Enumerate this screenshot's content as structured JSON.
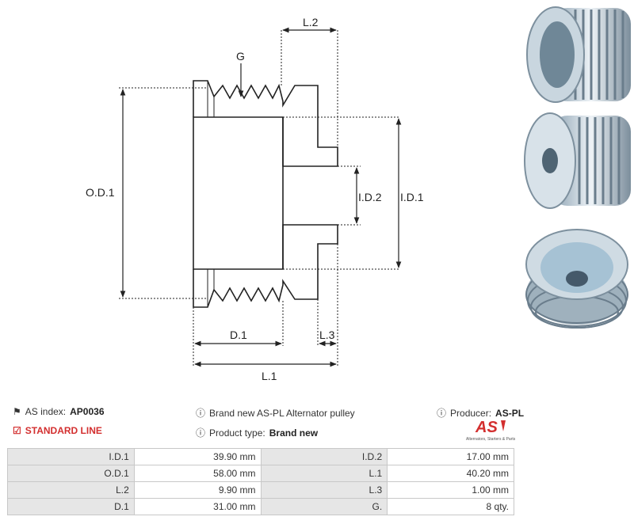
{
  "drawing": {
    "labels": {
      "l2": "L.2",
      "g": "G",
      "od1": "O.D.1",
      "id2": "I.D.2",
      "id1": "I.D.1",
      "d1": "D.1",
      "l3": "L.3",
      "l1": "L.1"
    }
  },
  "info": {
    "index_label": "AS index:",
    "index_value": "AP0036",
    "line": "STANDARD LINE",
    "description": "Brand new AS-PL Alternator pulley",
    "product_type_label": "Product type:",
    "product_type_value": "Brand new",
    "producer_label": "Producer:",
    "producer_value": "AS-PL",
    "logo_text": "AS",
    "logo_tagline": "Alternators, Starters & Parts"
  },
  "specs": [
    {
      "l1": "I.D.1",
      "v1": "39.90 mm",
      "l2": "I.D.2",
      "v2": "17.00 mm"
    },
    {
      "l1": "O.D.1",
      "v1": "58.00 mm",
      "l2": "L.1",
      "v2": "40.20 mm"
    },
    {
      "l1": "L.2",
      "v1": "9.90 mm",
      "l2": "L.3",
      "v2": "1.00 mm"
    },
    {
      "l1": "D.1",
      "v1": "31.00 mm",
      "l2": "G.",
      "v2": "8 qty."
    }
  ],
  "colors": {
    "accent": "#d32f2f",
    "label_bg": "#e6e6e6",
    "border": "#c8c8c8"
  }
}
